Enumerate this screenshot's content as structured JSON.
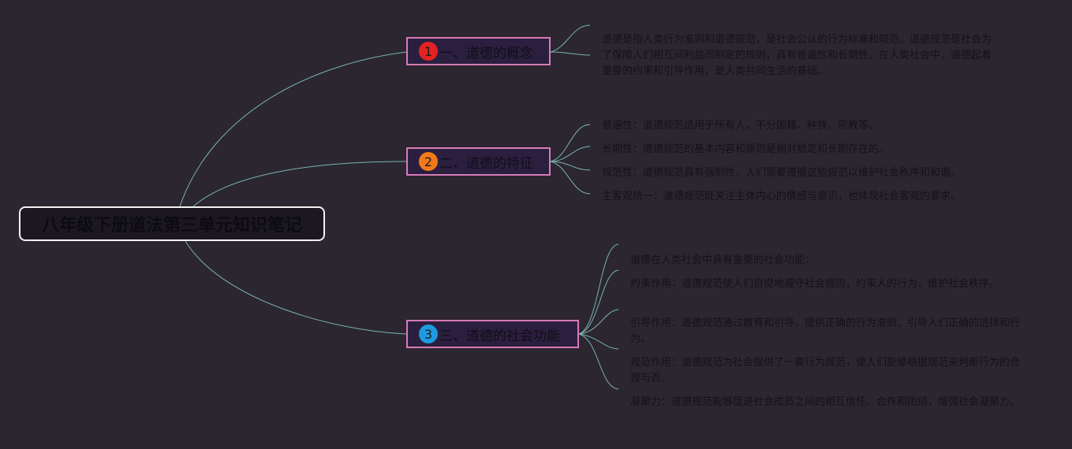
{
  "root": {
    "title": "八年级下册道法第三单元知识笔记"
  },
  "topics": [
    {
      "number": "1",
      "label": "一、道德的概念",
      "color": "#e52222",
      "notes": [
        "道德是指人类行为准则和道德规范，是社会公认的行为标准和规范。道德规范是社会为了保障人们相互间利益而制定的规则，具有普遍性和长期性。在人类社会中，道德起着重要的约束和引导作用，是人类共同生活的基础。"
      ]
    },
    {
      "number": "2",
      "label": "二、道德的特征",
      "color": "#f07a1a",
      "notes": [
        "普遍性：道德规范适用于所有人，不分国籍、种族、宗教等。",
        "长期性：道德规范的基本内容和原则是相对稳定和长期存在的。",
        "规范性：道德规范具有强制性，人们需要遵循这些规范以维护社会秩序和和谐。",
        "主客观统一：道德规范既关注主体内心的情感与意识，也体现社会客观的要求。"
      ]
    },
    {
      "number": "3",
      "label": "三、道德的社会功能",
      "color": "#1e9be0",
      "notes": [
        "道德在人类社会中具有重要的社会功能：",
        "约束作用：道德规范使人们自觉地遵守社会规则，约束人的行为，维护社会秩序。",
        "引导作用：道德规范通过教育和引导，提供正确的行为准则，引导人们正确的选择和行为。",
        "规范作用：道德规范为社会提供了一套行为规范，使人们能够根据规范来判断行为的合理与否。",
        "凝聚力：道德规范能够促进社会成员之间的相互信任、合作和团结，增强社会凝聚力。"
      ]
    }
  ]
}
